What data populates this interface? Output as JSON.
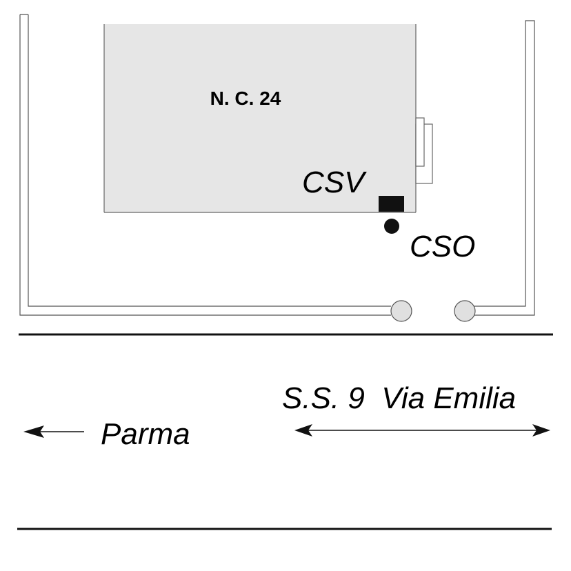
{
  "building": {
    "label": "N. C. 24"
  },
  "markers": {
    "csv_label": "CSV",
    "cso_label": "CSO"
  },
  "road": {
    "name": "S.S. 9  Via Emilia",
    "direction_label": "Parma"
  }
}
